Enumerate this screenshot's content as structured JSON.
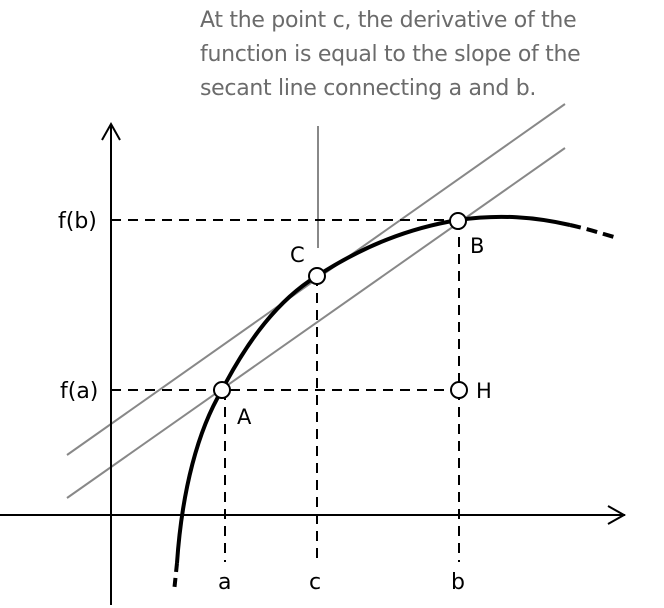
{
  "caption": {
    "line1": "At the point c, the derivative of the",
    "line2": "function is equal to the slope of the",
    "line3": "secant line connecting a and b."
  },
  "axes": {
    "y_labels": {
      "fb": "f(b)",
      "fa": "f(a)"
    },
    "x_labels": {
      "a": "a",
      "c": "c",
      "b": "b"
    }
  },
  "points": {
    "A": "A",
    "B": "B",
    "C": "C",
    "H": "H"
  },
  "colors": {
    "curve": "#000000",
    "lines": "#888888",
    "caption": "#6b6b6b"
  }
}
